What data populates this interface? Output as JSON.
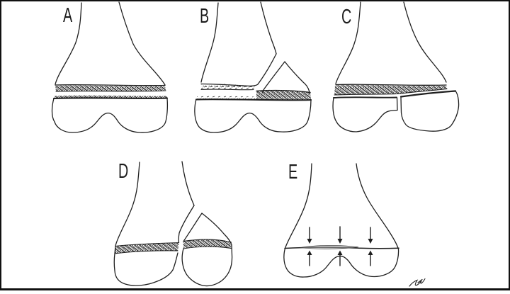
{
  "figure": {
    "panels": [
      {
        "label": "A"
      },
      {
        "label": "B"
      },
      {
        "label": "C"
      },
      {
        "label": "D"
      },
      {
        "label": "E"
      }
    ],
    "compression_arrows": {
      "down_count": 3,
      "up_count": 3
    },
    "signature_icon": "artist-signature-scribble-icon"
  },
  "colors": {
    "ink": "#1f1f1f",
    "border": "#111111",
    "background": "#ffffff",
    "physis_shade": "#9a9a9a"
  }
}
